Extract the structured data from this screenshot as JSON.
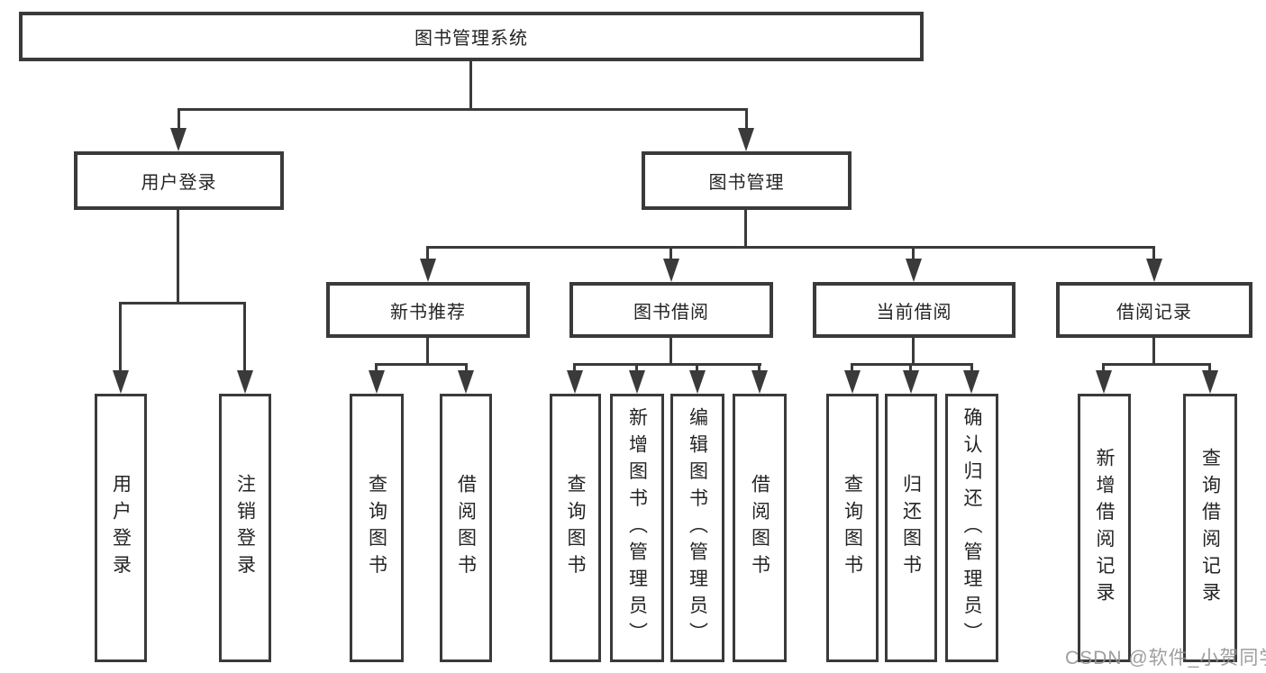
{
  "diagram": {
    "root": {
      "label": "图书管理系统"
    },
    "level2": [
      {
        "label": "用户登录"
      },
      {
        "label": "图书管理"
      }
    ],
    "level3": [
      {
        "label": "新书推荐"
      },
      {
        "label": "图书借阅"
      },
      {
        "label": "当前借阅"
      },
      {
        "label": "借阅记录"
      }
    ],
    "leaves": [
      {
        "label": "用户登录"
      },
      {
        "label": "注销登录"
      },
      {
        "label": "查询图书"
      },
      {
        "label": "借阅图书"
      },
      {
        "label": "查询图书"
      },
      {
        "label": "新增图书（管理员）"
      },
      {
        "label": "编辑图书（管理员）"
      },
      {
        "label": "借阅图书"
      },
      {
        "label": "查询图书"
      },
      {
        "label": "归还图书"
      },
      {
        "label": "确认归还（管理员）"
      },
      {
        "label": "新增借阅记录"
      },
      {
        "label": "查询借阅记录"
      }
    ]
  },
  "watermark": {
    "text": "CSDN @软件_小贺同学"
  },
  "colors": {
    "line": "#3a3a3a",
    "text": "#242424",
    "background": "#ffffff",
    "watermark": "#949494"
  }
}
